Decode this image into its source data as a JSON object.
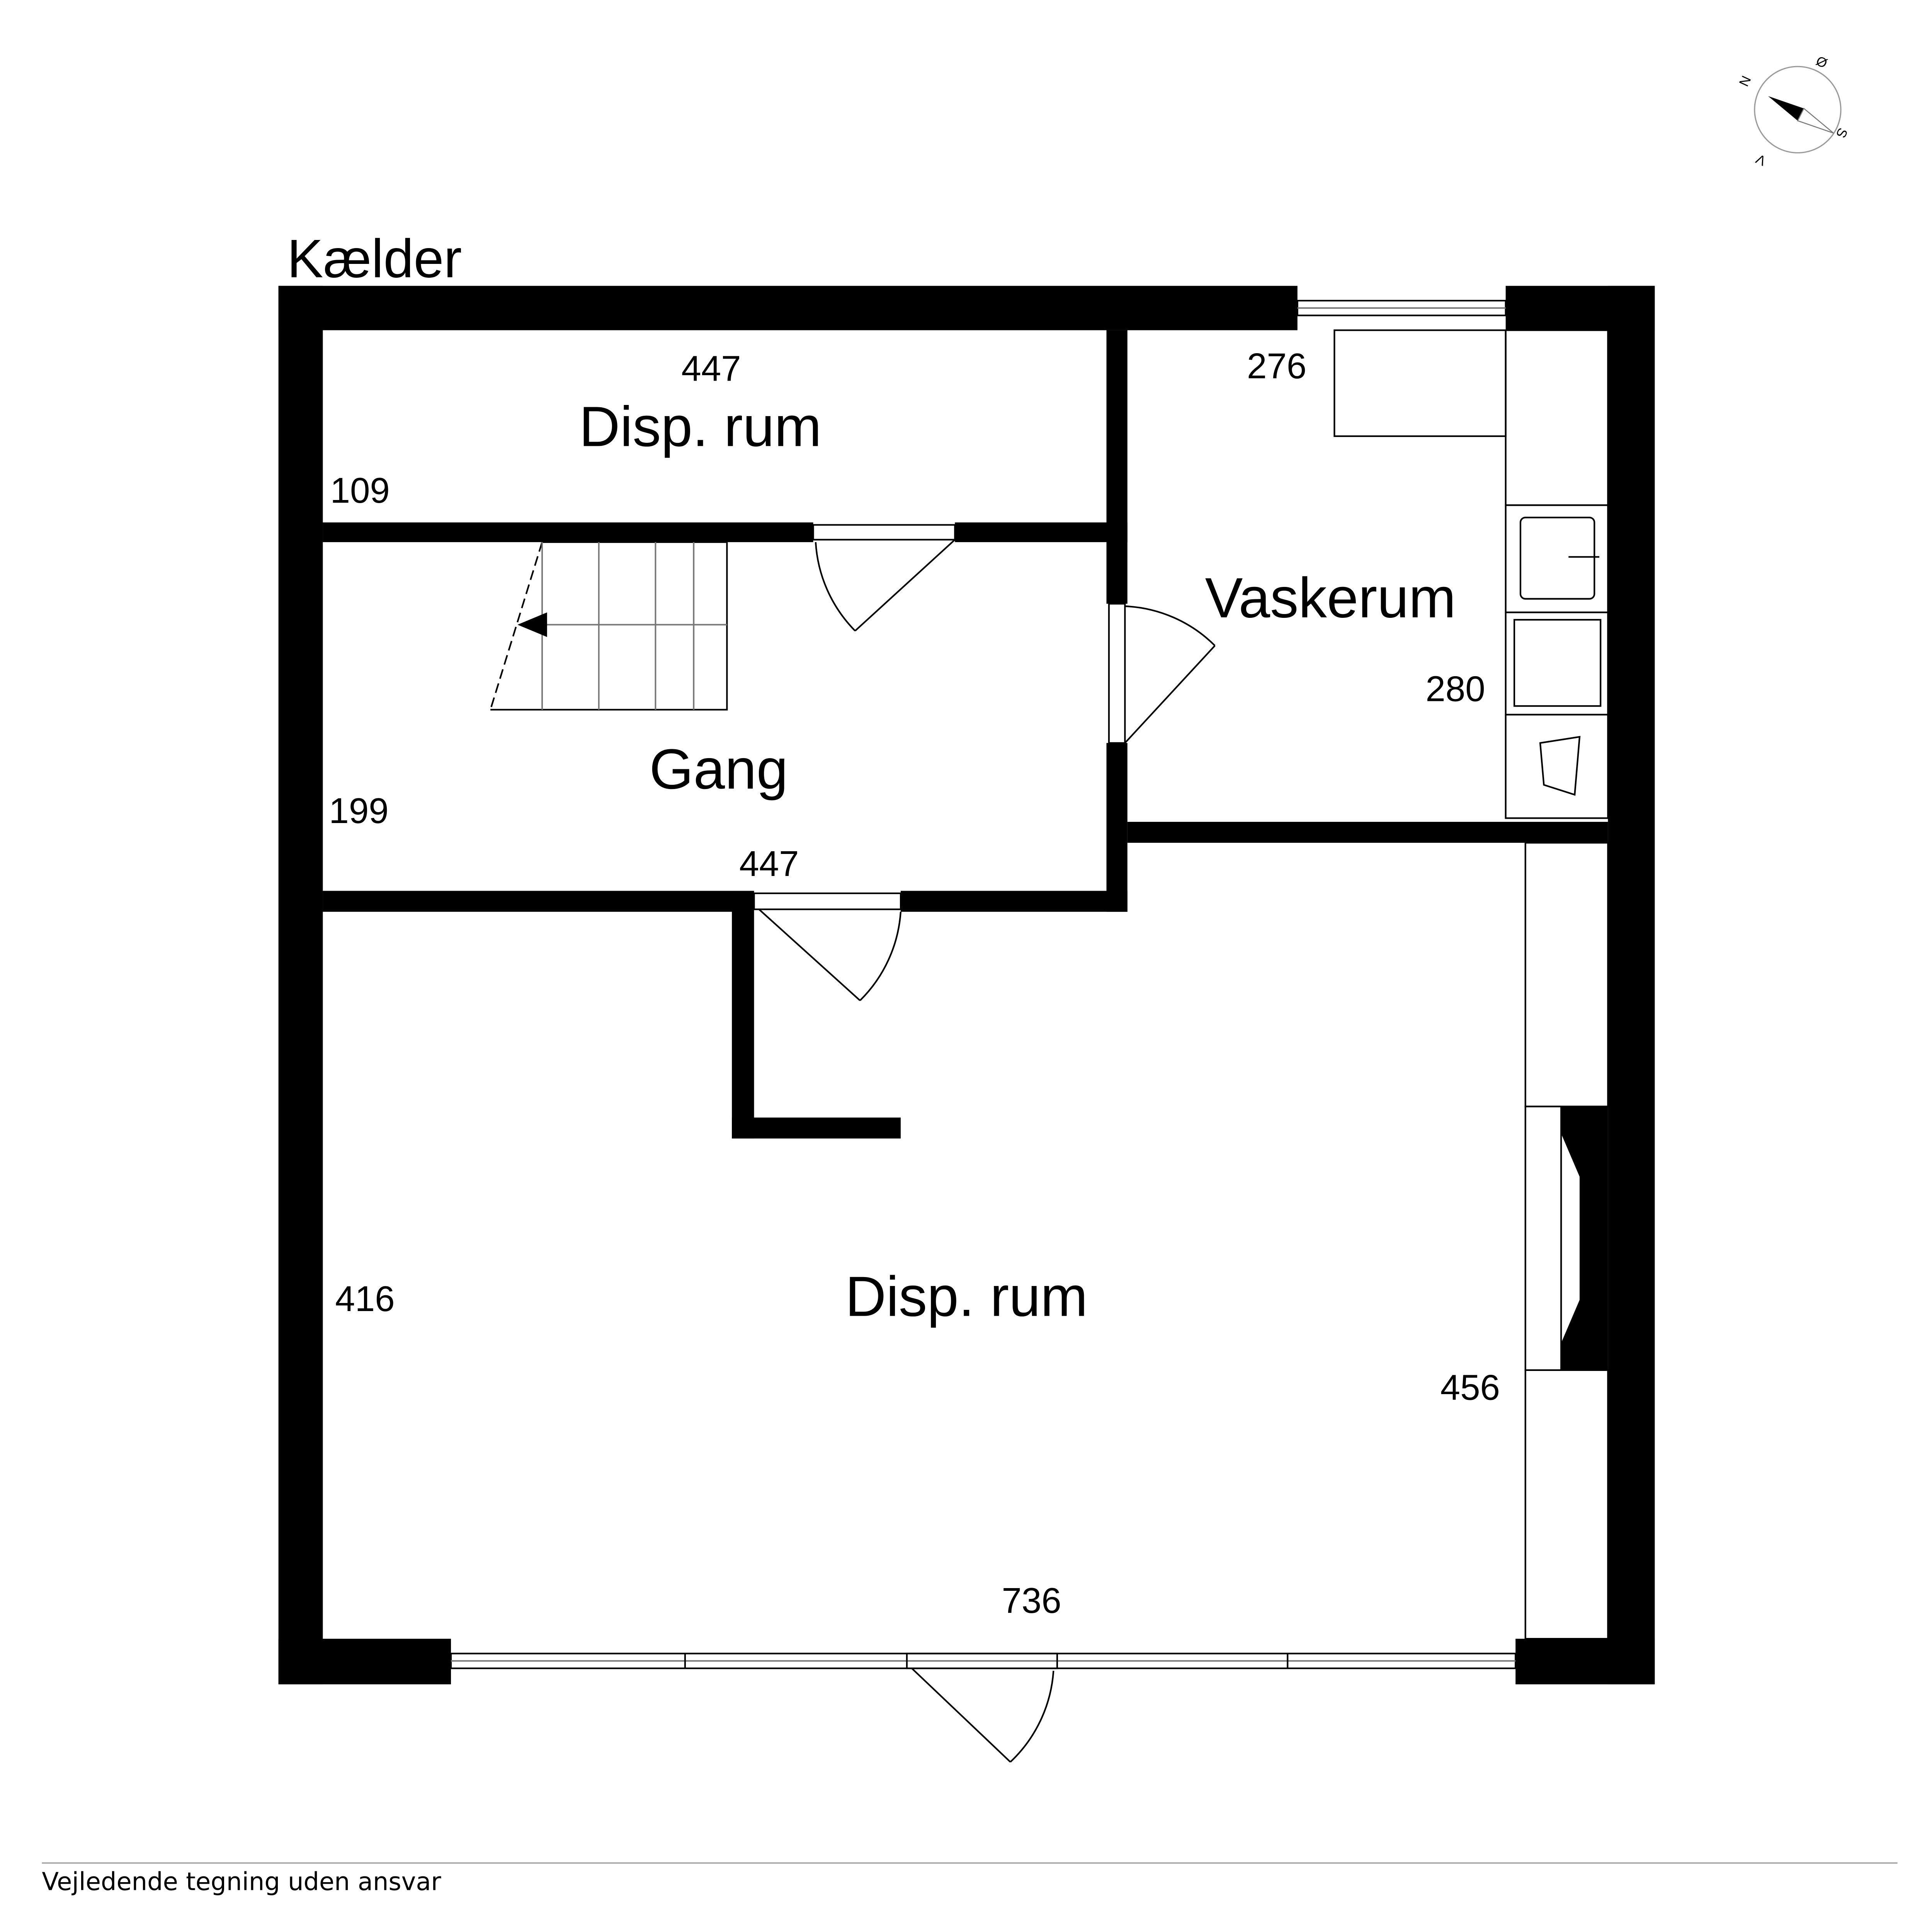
{
  "title": "Kælder",
  "rooms": {
    "disp_top": "Disp. rum",
    "gang": "Gang",
    "vaskerum": "Vaskerum",
    "disp_main": "Disp. rum"
  },
  "dimensions": {
    "disp_top_width": "447",
    "disp_top_depth": "109",
    "gang_depth": "199",
    "gang_width": "447",
    "vaskerum_width": "276",
    "vaskerum_depth": "280",
    "main_depth_left": "416",
    "main_depth_right": "456",
    "main_width": "736"
  },
  "compass": {
    "north": "N",
    "east": "Ø",
    "south": "S",
    "west": "V"
  },
  "footer": "Vejledende tegning uden ansvar"
}
